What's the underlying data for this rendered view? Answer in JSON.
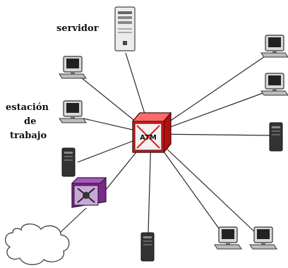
{
  "labels": {
    "server": "servidor",
    "workstation_line1": "estación",
    "workstation_line2": "de",
    "workstation_line3": "trabajo",
    "hub": "ATM"
  },
  "colors": {
    "hub": "#e02020",
    "router": "#7a2a8c",
    "line": "#2a2a2a"
  },
  "icons": {
    "server": "server-tower-icon",
    "workstation": "desktop-computer-icon",
    "tower": "tower-pc-icon",
    "hub": "atm-switch-icon",
    "router": "router-icon",
    "cloud": "network-cloud-icon"
  }
}
